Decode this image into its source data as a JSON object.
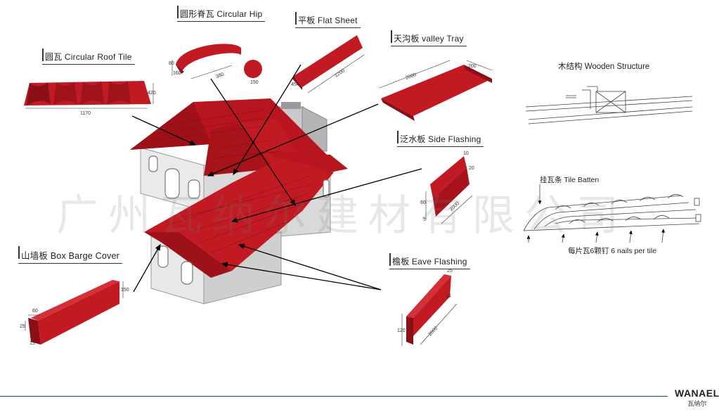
{
  "labels": {
    "circular_hip": "圆形脊瓦 Circular Hip",
    "flat_sheet": "平板 Flat Sheet",
    "valley_tray": "天沟板 valley Tray",
    "circular_roof_tile": "圆瓦 Circular Roof Tile",
    "wooden_structure": "木结构 Wooden Structure",
    "side_flashing": "泛水板 Side Flashing",
    "tile_batten": "挂瓦条 Tile Batten",
    "nails_per_tile": "每片瓦6颗钉 6 nails per tile",
    "box_barge_cover": "山墙板 Box Barge Cover",
    "eave_flashing": "檐板 Eave Flashing"
  },
  "dimensions": {
    "hip_80": "80",
    "hip_160": "160",
    "hip_380": "380",
    "hip_150": "150",
    "flat_454": "454",
    "flat_1200": "1200",
    "valley_2000": "2000",
    "valley_200": "200",
    "tile_420": "420",
    "tile_1170": "1170",
    "side_10": "10",
    "side_20": "20",
    "side_60": "60",
    "side_5": "5",
    "side_2000": "2000",
    "barge_60": "60",
    "barge_25": "25",
    "barge_15": "15",
    "barge_150": "150",
    "eave_25": "25",
    "eave_15": "15",
    "eave_120": "120",
    "eave_2000": "2000"
  },
  "watermark": "广州瓦纳尔建材有限公司",
  "logo": {
    "brand": "WANAEL",
    "sub": "瓦纳尔"
  },
  "colors": {
    "roof_red": "#c21a23",
    "roof_dark": "#8a0f16",
    "wall": "#e6e6e6"
  }
}
